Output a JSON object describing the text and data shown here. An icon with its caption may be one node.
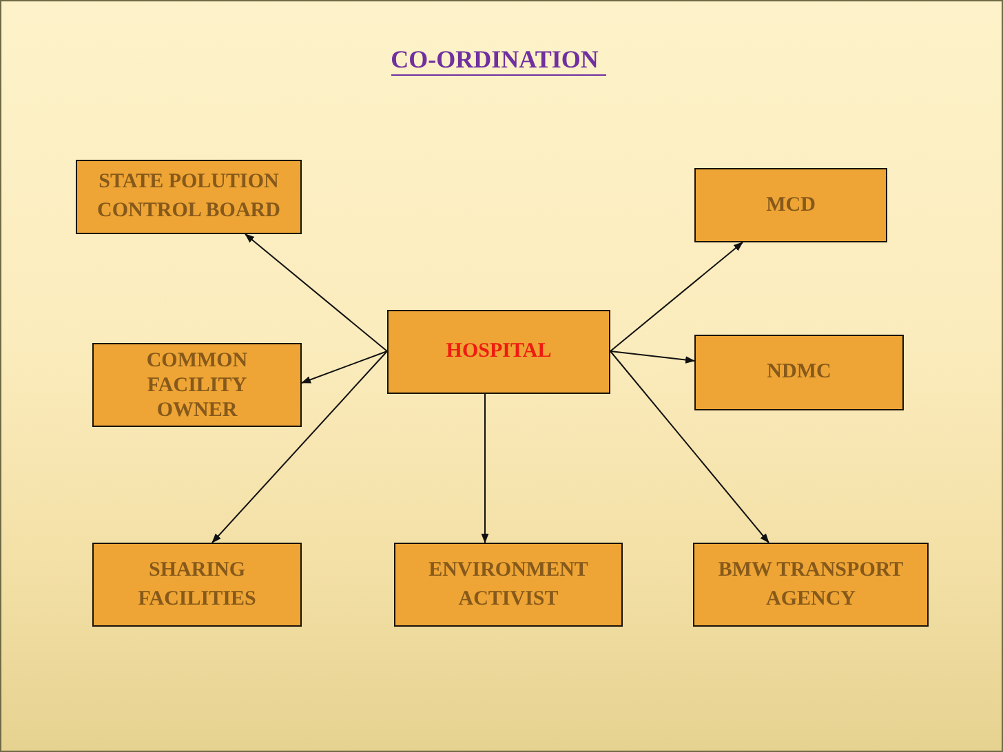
{
  "diagram": {
    "title": "CO-ORDINATION",
    "nodes": [
      {
        "text": [
          "STATE POLUTION CONTROL BOARD"
        ]
      },
      {
        "text": [
          "MCD"
        ]
      },
      {
        "text": [
          "COMMON FACILITY OWNER"
        ]
      },
      {
        "text": [
          "HOSPITAL"
        ]
      },
      {
        "text": [
          "NDMC"
        ]
      },
      {
        "text": [
          "SHARING FACILITIES"
        ]
      },
      {
        "text": [
          "ENVIRONMENT ACTIVIST"
        ]
      },
      {
        "text": [
          "BMW TRANSPORT AGENCY"
        ]
      }
    ],
    "edges": [
      {
        "from": 3,
        "to": 0,
        "arrow": "to"
      },
      {
        "from": 3,
        "to": 2,
        "arrow": "to"
      },
      {
        "from": 3,
        "to": 5,
        "arrow": "to"
      },
      {
        "from": 3,
        "to": 6,
        "arrow": "to"
      },
      {
        "from": 3,
        "to": 1,
        "arrow": "to"
      },
      {
        "from": 3,
        "to": 4,
        "arrow": "to"
      },
      {
        "from": 3,
        "to": 7,
        "arrow": "to"
      }
    ]
  }
}
